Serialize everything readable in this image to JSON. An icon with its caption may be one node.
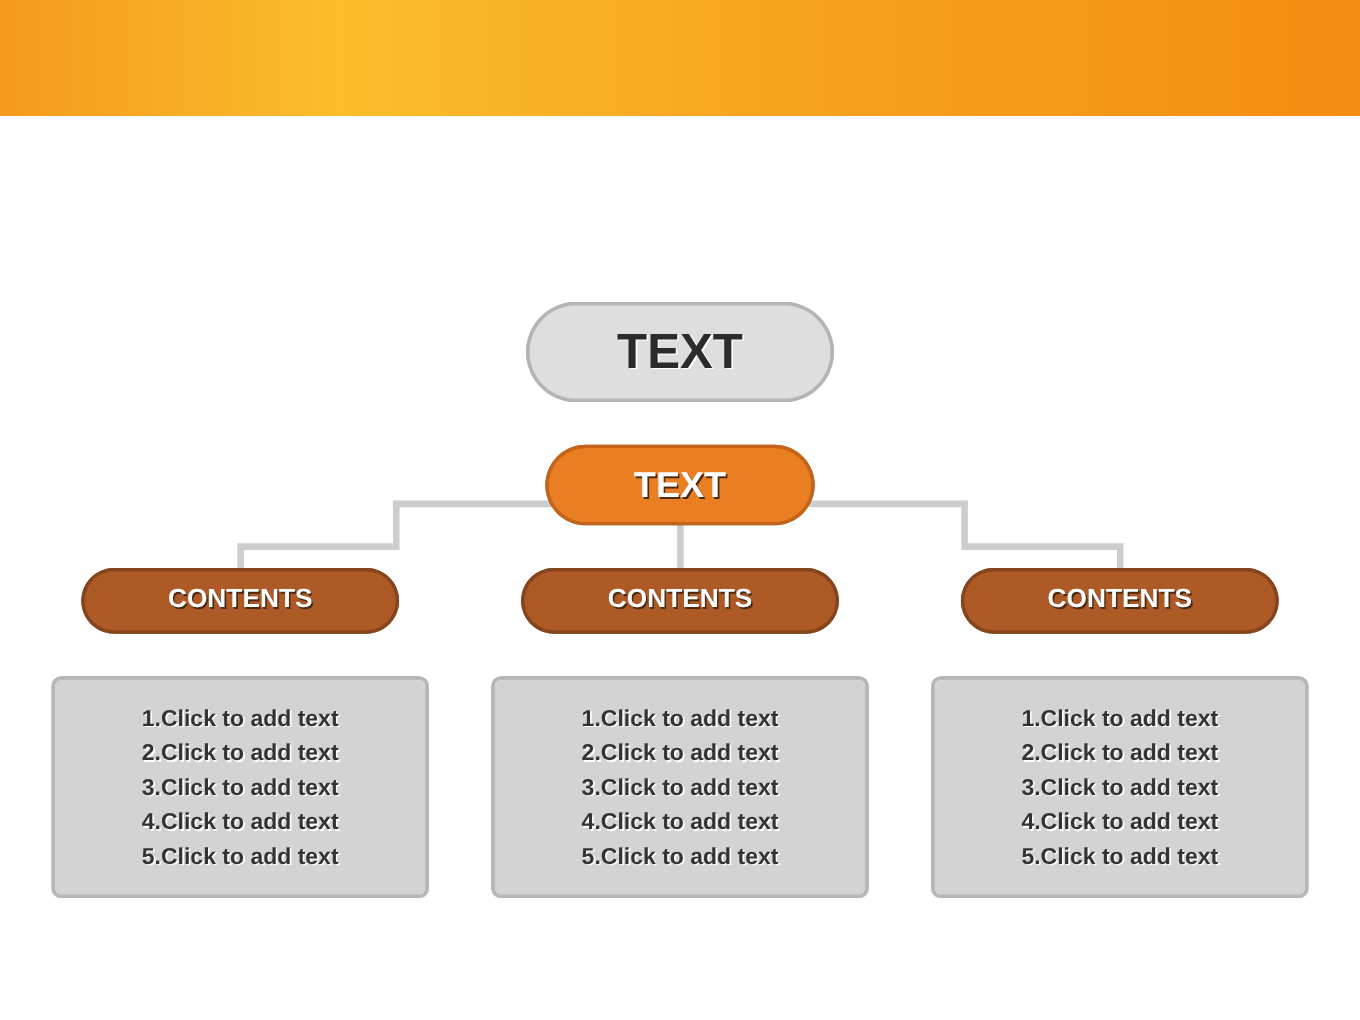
{
  "diagram": {
    "nodes": [
      {
        "text": [
          "TEXT"
        ]
      },
      {
        "text": [
          "TEXT"
        ]
      },
      {
        "text": [
          "CONTENTS"
        ]
      },
      {
        "text": [
          "1.Click to add text",
          "2.Click to add text",
          "3.Click to add text",
          "4.Click to add text",
          "5.Click to add text"
        ]
      },
      {
        "text": [
          "CONTENTS"
        ]
      },
      {
        "text": [
          "1.Click to add text",
          "2.Click to add text",
          "3.Click to add text",
          "4.Click to add text",
          "5.Click to add text"
        ]
      },
      {
        "text": [
          "CONTENTS"
        ]
      },
      {
        "text": [
          "1.Click to add text",
          "2.Click to add text",
          "3.Click to add text",
          "4.Click to add text",
          "5.Click to add text"
        ]
      }
    ],
    "edges": [
      {
        "from": 1,
        "to": 2,
        "arrow": "none"
      },
      {
        "from": 1,
        "to": 4,
        "arrow": "none"
      },
      {
        "from": 1,
        "to": 6,
        "arrow": "none"
      }
    ]
  }
}
